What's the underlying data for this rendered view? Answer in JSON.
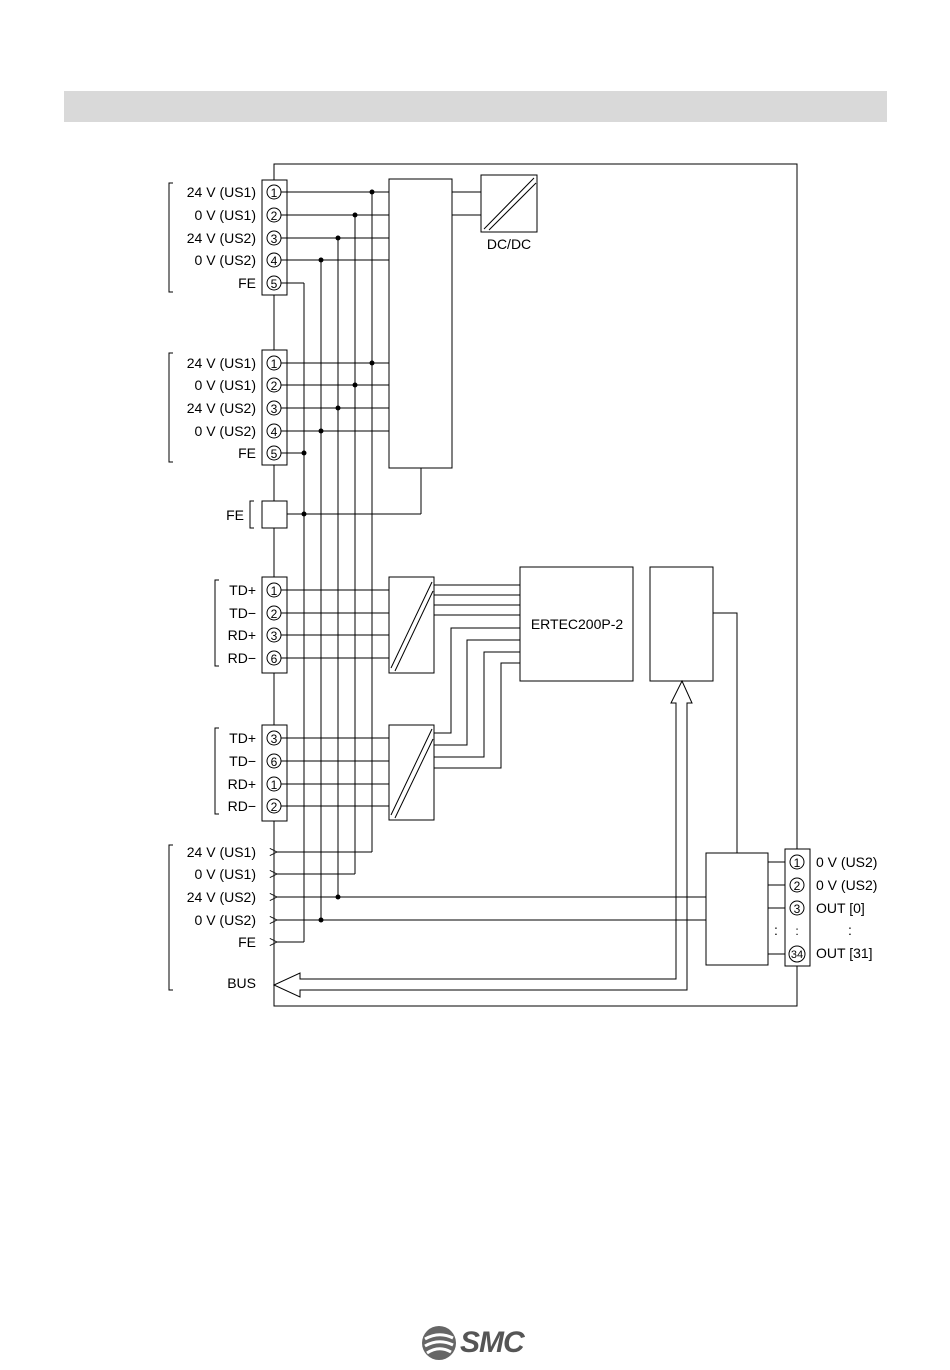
{
  "connectors": {
    "power_in": {
      "labels": [
        "24 V (US1)",
        "0 V (US1)",
        "24 V (US2)",
        "0 V (US2)",
        "FE"
      ],
      "pins": [
        "1",
        "2",
        "3",
        "4",
        "5"
      ]
    },
    "power_out": {
      "labels": [
        "24 V (US1)",
        "0 V (US1)",
        "24 V (US2)",
        "0 V (US2)",
        "FE"
      ],
      "pins": [
        "1",
        "2",
        "3",
        "4",
        "5"
      ]
    },
    "fe": {
      "label": "FE"
    },
    "port1": {
      "labels": [
        "TD+",
        "TD−",
        "RD+",
        "RD−"
      ],
      "pins": [
        "1",
        "2",
        "3",
        "6"
      ]
    },
    "port2": {
      "labels": [
        "TD+",
        "TD−",
        "RD+",
        "RD−"
      ],
      "pins": [
        "3",
        "6",
        "1",
        "2"
      ]
    },
    "bus_out": {
      "labels": [
        "24 V (US1)",
        "0 V (US1)",
        "24 V (US2)",
        "0 V (US2)",
        "FE",
        "BUS"
      ]
    },
    "output": {
      "labels": [
        "0 V (US2)",
        "0 V (US2)",
        "OUT [0]",
        ":",
        "OUT [31]"
      ],
      "pins": [
        "1",
        "2",
        "3",
        ":",
        "34"
      ],
      "colon": ":"
    }
  },
  "blocks": {
    "dcdc": "DC/DC",
    "processor": "ERTEC200P-2"
  },
  "footer": {
    "logo": "SMC"
  }
}
